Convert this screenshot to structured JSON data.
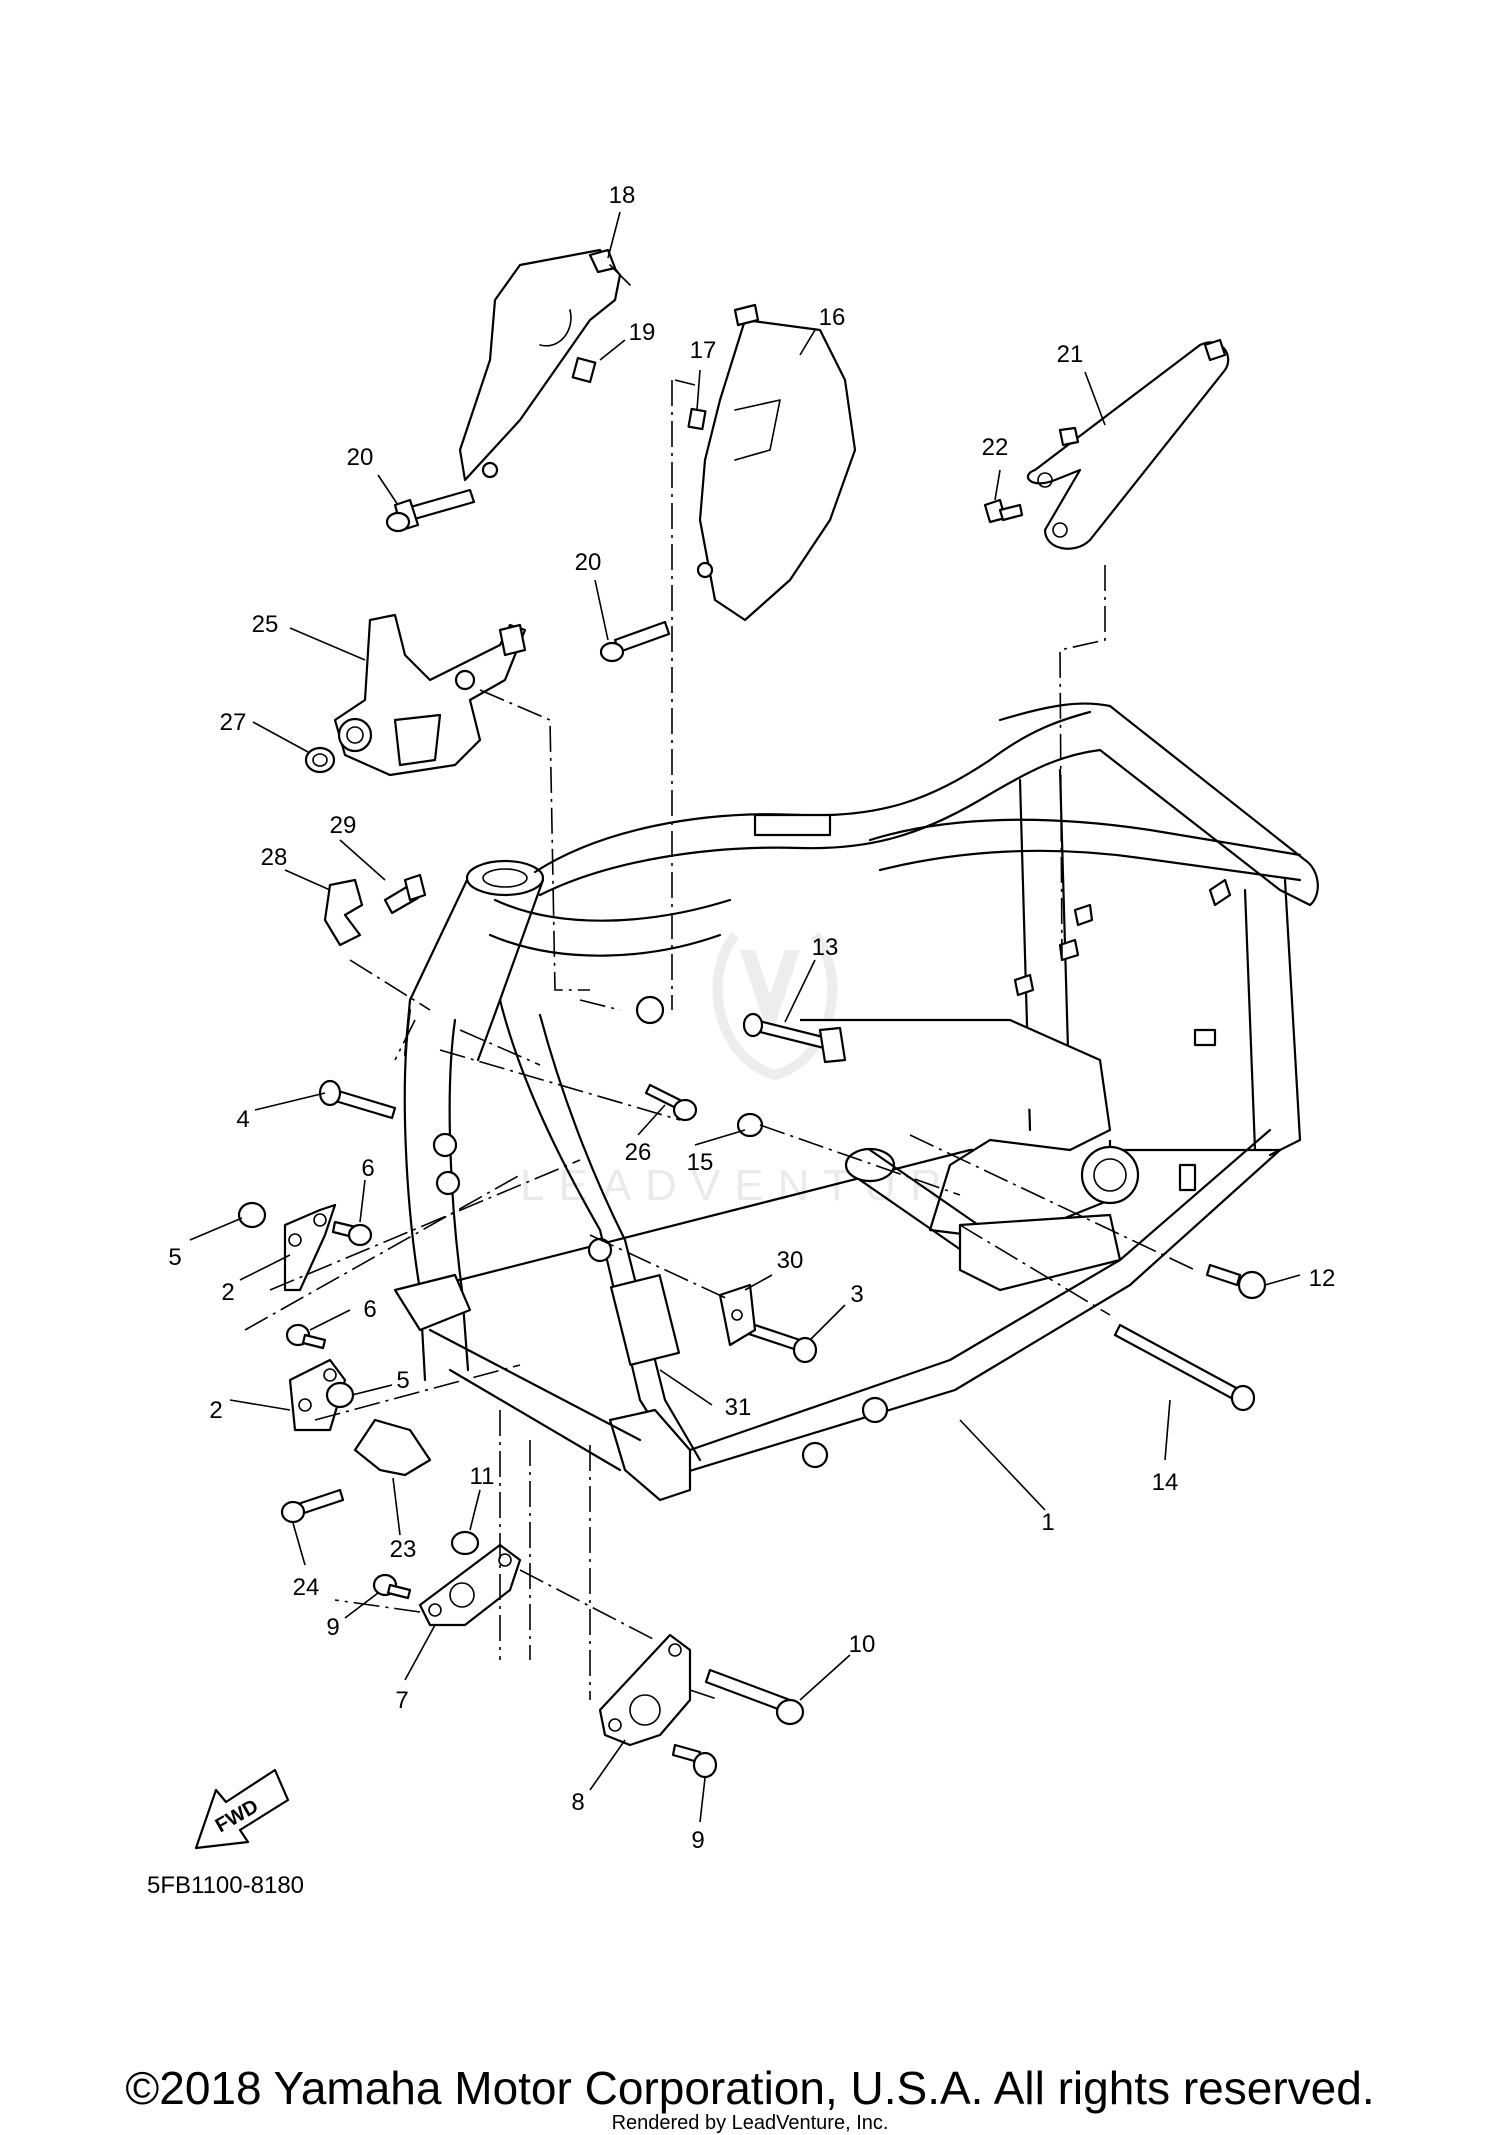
{
  "diagram_code": "5FB1100-8180",
  "fwd_label": "FWD",
  "watermark": "LEADVENTURE",
  "copyright": "©2018 Yamaha Motor Corporation, U.S.A. All rights reserved.",
  "rendered_by": "Rendered by LeadVenture, Inc.",
  "callouts": {
    "c1": "1",
    "c2a": "2",
    "c2b": "2",
    "c3": "3",
    "c4": "4",
    "c5a": "5",
    "c5b": "5",
    "c6a": "6",
    "c6b": "6",
    "c7": "7",
    "c8": "8",
    "c9a": "9",
    "c9b": "9",
    "c10": "10",
    "c11": "11",
    "c12": "12",
    "c13": "13",
    "c14": "14",
    "c15": "15",
    "c16": "16",
    "c17": "17",
    "c18": "18",
    "c19": "19",
    "c20a": "20",
    "c20b": "20",
    "c21": "21",
    "c22": "22",
    "c23": "23",
    "c24": "24",
    "c25": "25",
    "c26": "26",
    "c27": "27",
    "c28": "28",
    "c29": "29",
    "c30": "30",
    "c31": "31"
  }
}
